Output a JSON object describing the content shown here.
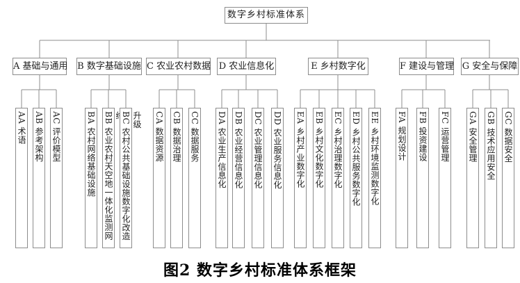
{
  "root": {
    "label": "数字乡村标准体系"
  },
  "groups": [
    {
      "label": "A 基础与通用",
      "children": [
        "AA 术语",
        "AB 参考架构",
        "AC 评价模型"
      ]
    },
    {
      "label": "B 数字基础设施",
      "children": [
        "BA 农村网络基础设施",
        "BB 农业农村天空地一体化监测网络",
        "BC 农村公共基础设施数字化改造升级"
      ]
    },
    {
      "label": "C 农业农村数据",
      "children": [
        "CA 数据资源",
        "CB 数据治理",
        "CC 数据服务"
      ]
    },
    {
      "label": "D 农业信息化",
      "children": [
        "DA 农业生产信息化",
        "DB 农业经营信息化",
        "DC 农业管理信息化",
        "DD 农业服务信息化"
      ]
    },
    {
      "label": "E 乡村数字化",
      "children": [
        "EA 乡村产业数字化",
        "EB 乡村文化数字化",
        "EC 乡村治理数字化",
        "ED 乡村公共服务数字化",
        "EE 乡村环境监测数字化"
      ]
    },
    {
      "label": "F 建设与管理",
      "children": [
        "FA 规划设计",
        "FB 投资建设",
        "FC 运营管理"
      ]
    },
    {
      "label": "G 安全与保障",
      "children": [
        "GA 安全管理",
        "GB 技术应用安全",
        "GC 数据安全"
      ]
    }
  ],
  "caption": "图2 数字乡村标准体系框架",
  "colors": {
    "line": "#8c8c8c",
    "box_border": "#8c8c8c",
    "text": "#1f1f1f",
    "background": "#ffffff"
  }
}
